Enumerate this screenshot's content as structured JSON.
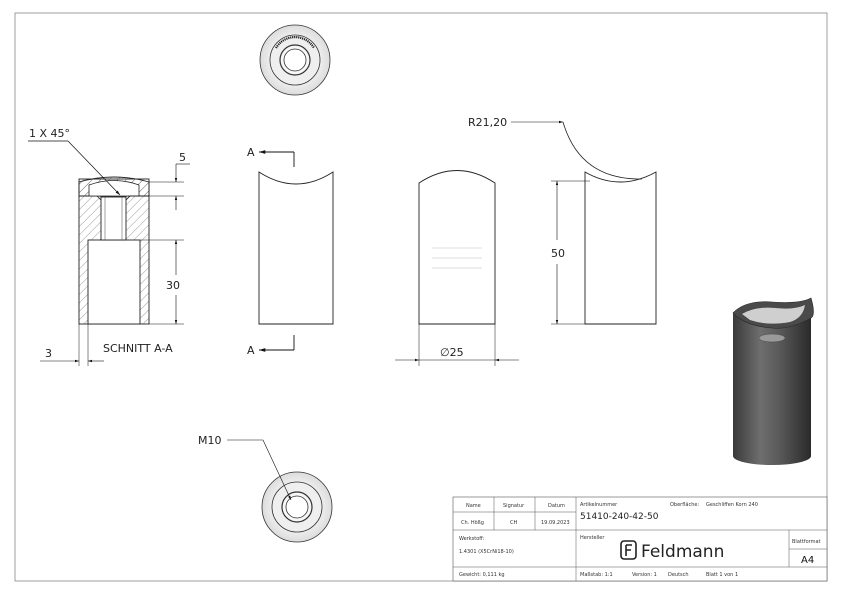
{
  "drawing": {
    "annotations": {
      "chamfer": "1 X 45°",
      "thread_depth": "5",
      "bore_depth": "30",
      "wall": "3",
      "section_label": "SCHNITT A-A",
      "section_mark_top": "A",
      "section_mark_bottom": "A",
      "radius": "R21,20",
      "height": "50",
      "diameter": "∅25",
      "thread": "M10"
    }
  },
  "title_block": {
    "headers": {
      "name": "Name",
      "signature": "Signatur",
      "date": "Datum"
    },
    "row": {
      "name": "Ch. Hößg",
      "signature": "CH",
      "date": "19.09.2023"
    },
    "article_label": "Artikelnummer",
    "article_number": "51410-240-42-50",
    "surface_label": "Oberfläche:",
    "surface_value": "Geschliffen Korn 240",
    "material_label": "Werkstoff:",
    "material_value": "1.4301 (X5CrNi18-10)",
    "manufacturer_label": "Hersteller",
    "brand": "Feldmann",
    "format_label": "Blattformat",
    "format_value": "A4",
    "weight": "Gewicht: 0,111 kg",
    "scale": "Maßstab: 1:1",
    "version": "Version: 1",
    "language": "Deutsch",
    "sheet": "Blatt 1 von 1"
  }
}
